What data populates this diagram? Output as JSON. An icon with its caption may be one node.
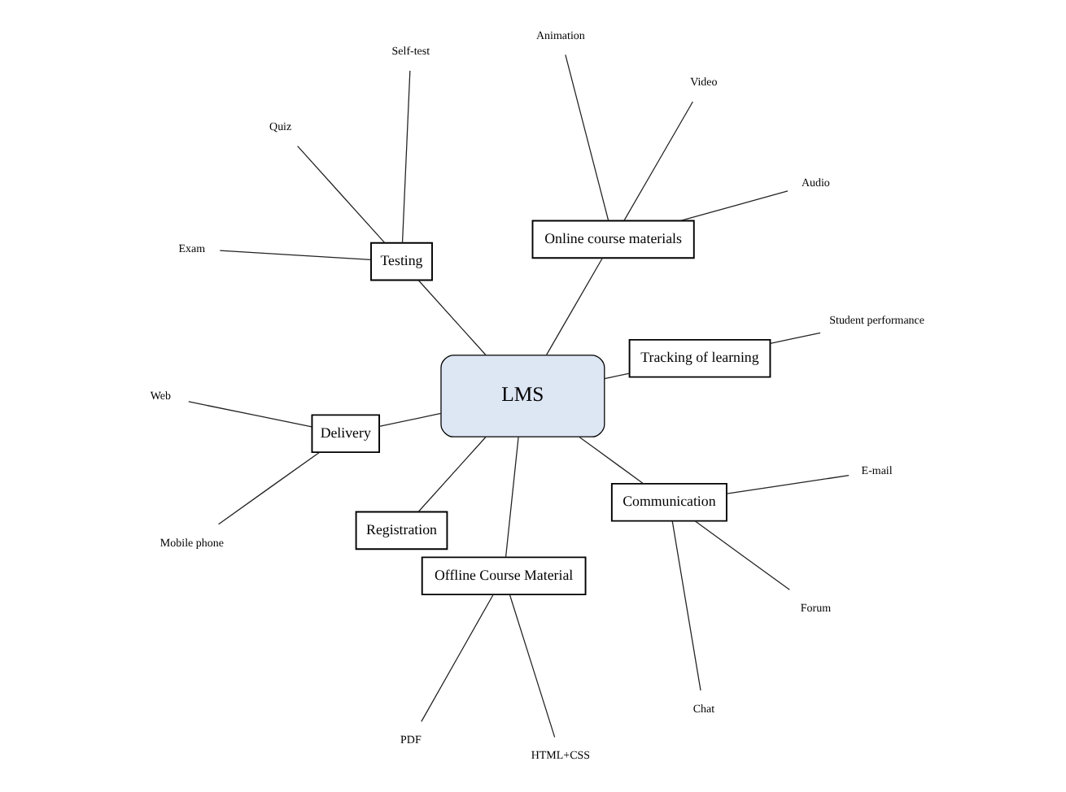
{
  "diagram": {
    "nodes": [
      {
        "text": [
          "Tracking of learning"
        ]
      },
      {
        "text": [
          "Student performance"
        ]
      },
      {
        "text": [
          "Online course materials"
        ]
      },
      {
        "text": [
          "Audio"
        ]
      },
      {
        "text": [
          "Video"
        ]
      },
      {
        "text": [
          "Animation"
        ]
      },
      {
        "text": [
          "Testing"
        ]
      },
      {
        "text": [
          "Self-test"
        ]
      },
      {
        "text": [
          "Quiz"
        ]
      },
      {
        "text": [
          "Exam"
        ]
      },
      {
        "text": [
          "LMS"
        ]
      },
      {
        "text": [
          "Delivery"
        ]
      },
      {
        "text": [
          "Web"
        ]
      },
      {
        "text": [
          "Mobile phone"
        ]
      },
      {
        "text": [
          "Registration"
        ]
      },
      {
        "text": [
          "Offline Course Material"
        ]
      },
      {
        "text": [
          "PDF"
        ]
      },
      {
        "text": [
          "HTML+CSS"
        ]
      },
      {
        "text": [
          "Communication"
        ]
      },
      {
        "text": [
          "Chat"
        ]
      },
      {
        "text": [
          "Forum"
        ]
      },
      {
        "text": [
          "E-mail"
        ]
      }
    ],
    "edges": [
      {
        "from": 10,
        "to": 0,
        "arrow": "none"
      },
      {
        "from": 10,
        "to": 2,
        "arrow": "none"
      },
      {
        "from": 10,
        "to": 6,
        "arrow": "none"
      },
      {
        "from": 10,
        "to": 11,
        "arrow": "none"
      },
      {
        "from": 10,
        "to": 14,
        "arrow": "none"
      },
      {
        "from": 10,
        "to": 15,
        "arrow": "none"
      },
      {
        "from": 10,
        "to": 18,
        "arrow": "none"
      },
      {
        "from": 0,
        "to": 1,
        "arrow": "none"
      },
      {
        "from": 2,
        "to": 3,
        "arrow": "none"
      },
      {
        "from": 2,
        "to": 4,
        "arrow": "none"
      },
      {
        "from": 2,
        "to": 5,
        "arrow": "none"
      },
      {
        "from": 6,
        "to": 7,
        "arrow": "none"
      },
      {
        "from": 6,
        "to": 8,
        "arrow": "none"
      },
      {
        "from": 6,
        "to": 9,
        "arrow": "none"
      },
      {
        "from": 11,
        "to": 12,
        "arrow": "none"
      },
      {
        "from": 11,
        "to": 13,
        "arrow": "none"
      },
      {
        "from": 15,
        "to": 16,
        "arrow": "none"
      },
      {
        "from": 15,
        "to": 17,
        "arrow": "none"
      },
      {
        "from": 18,
        "to": 19,
        "arrow": "none"
      },
      {
        "from": 18,
        "to": 20,
        "arrow": "none"
      },
      {
        "from": 18,
        "to": 21,
        "arrow": "none"
      }
    ]
  }
}
